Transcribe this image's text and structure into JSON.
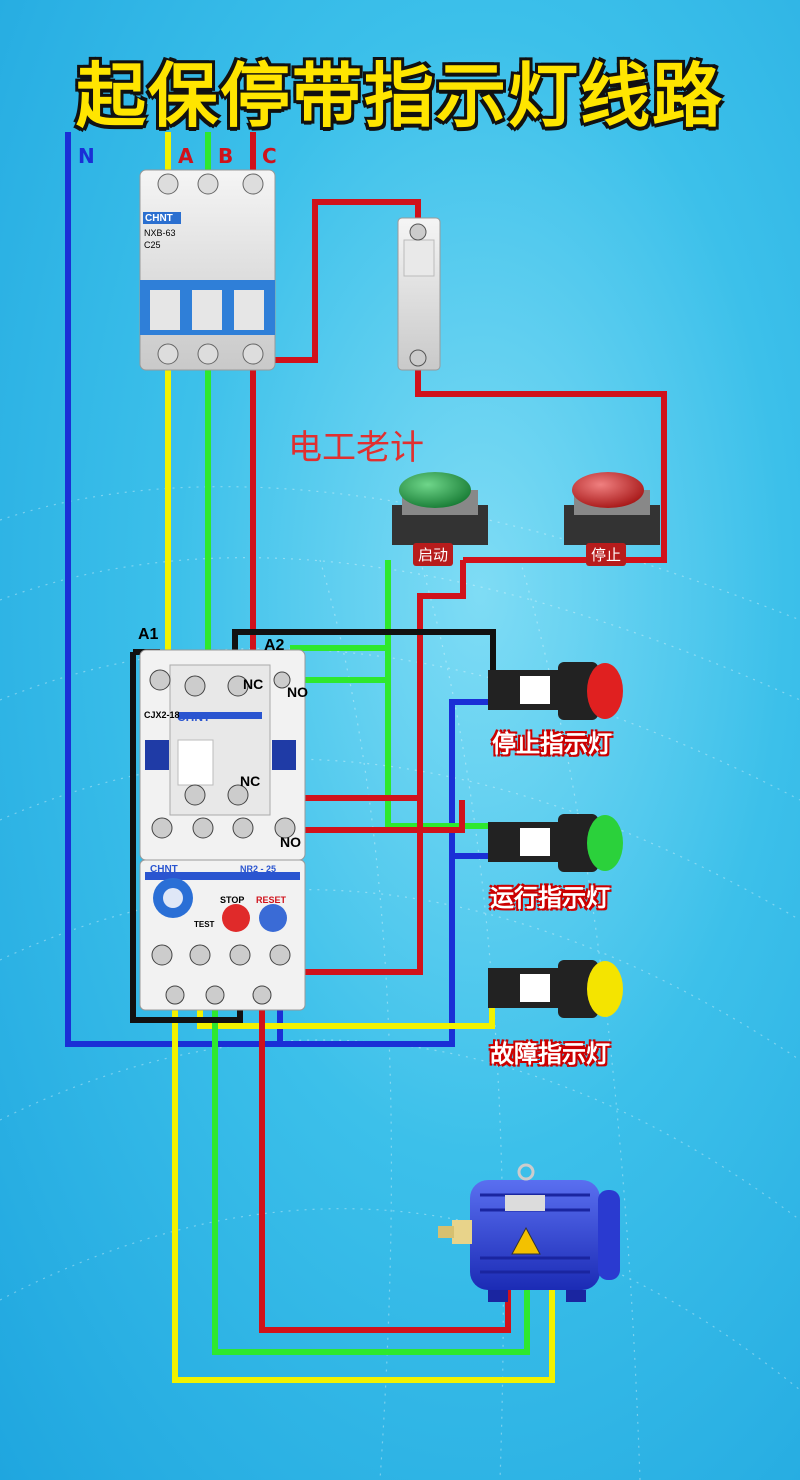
{
  "title": "起保停带指示灯线路",
  "watermark": "电工老计",
  "phase_labels": {
    "n": "N",
    "a": "A",
    "b": "B",
    "c": "C"
  },
  "terminal_labels": {
    "a1": "A1",
    "a2": "A2",
    "nc_top": "NC",
    "no_top": "NO",
    "nc_aux": "NC",
    "no_aux": "NO"
  },
  "buttons": {
    "start": "启动",
    "stop": "停止"
  },
  "lamps": {
    "stop": "停止指示灯",
    "run": "运行指示灯",
    "fault": "故障指示灯"
  },
  "device_text": {
    "brand": "CHNT",
    "breaker_model": "NXB-63",
    "breaker_rating": "C25",
    "contactor_model": "CJX2-18",
    "relay_model": "NR2 - 25",
    "relay_stop": "STOP",
    "relay_reset": "RESET",
    "relay_test": "TEST"
  },
  "colors": {
    "phase_a": "#f2f200",
    "phase_b": "#2ee82e",
    "phase_c": "#d0121b",
    "neutral": "#1a2fd6",
    "control": "#111111",
    "lamp_stop": "#e02020",
    "lamp_run": "#2bd13b",
    "lamp_fault": "#f4e400"
  }
}
